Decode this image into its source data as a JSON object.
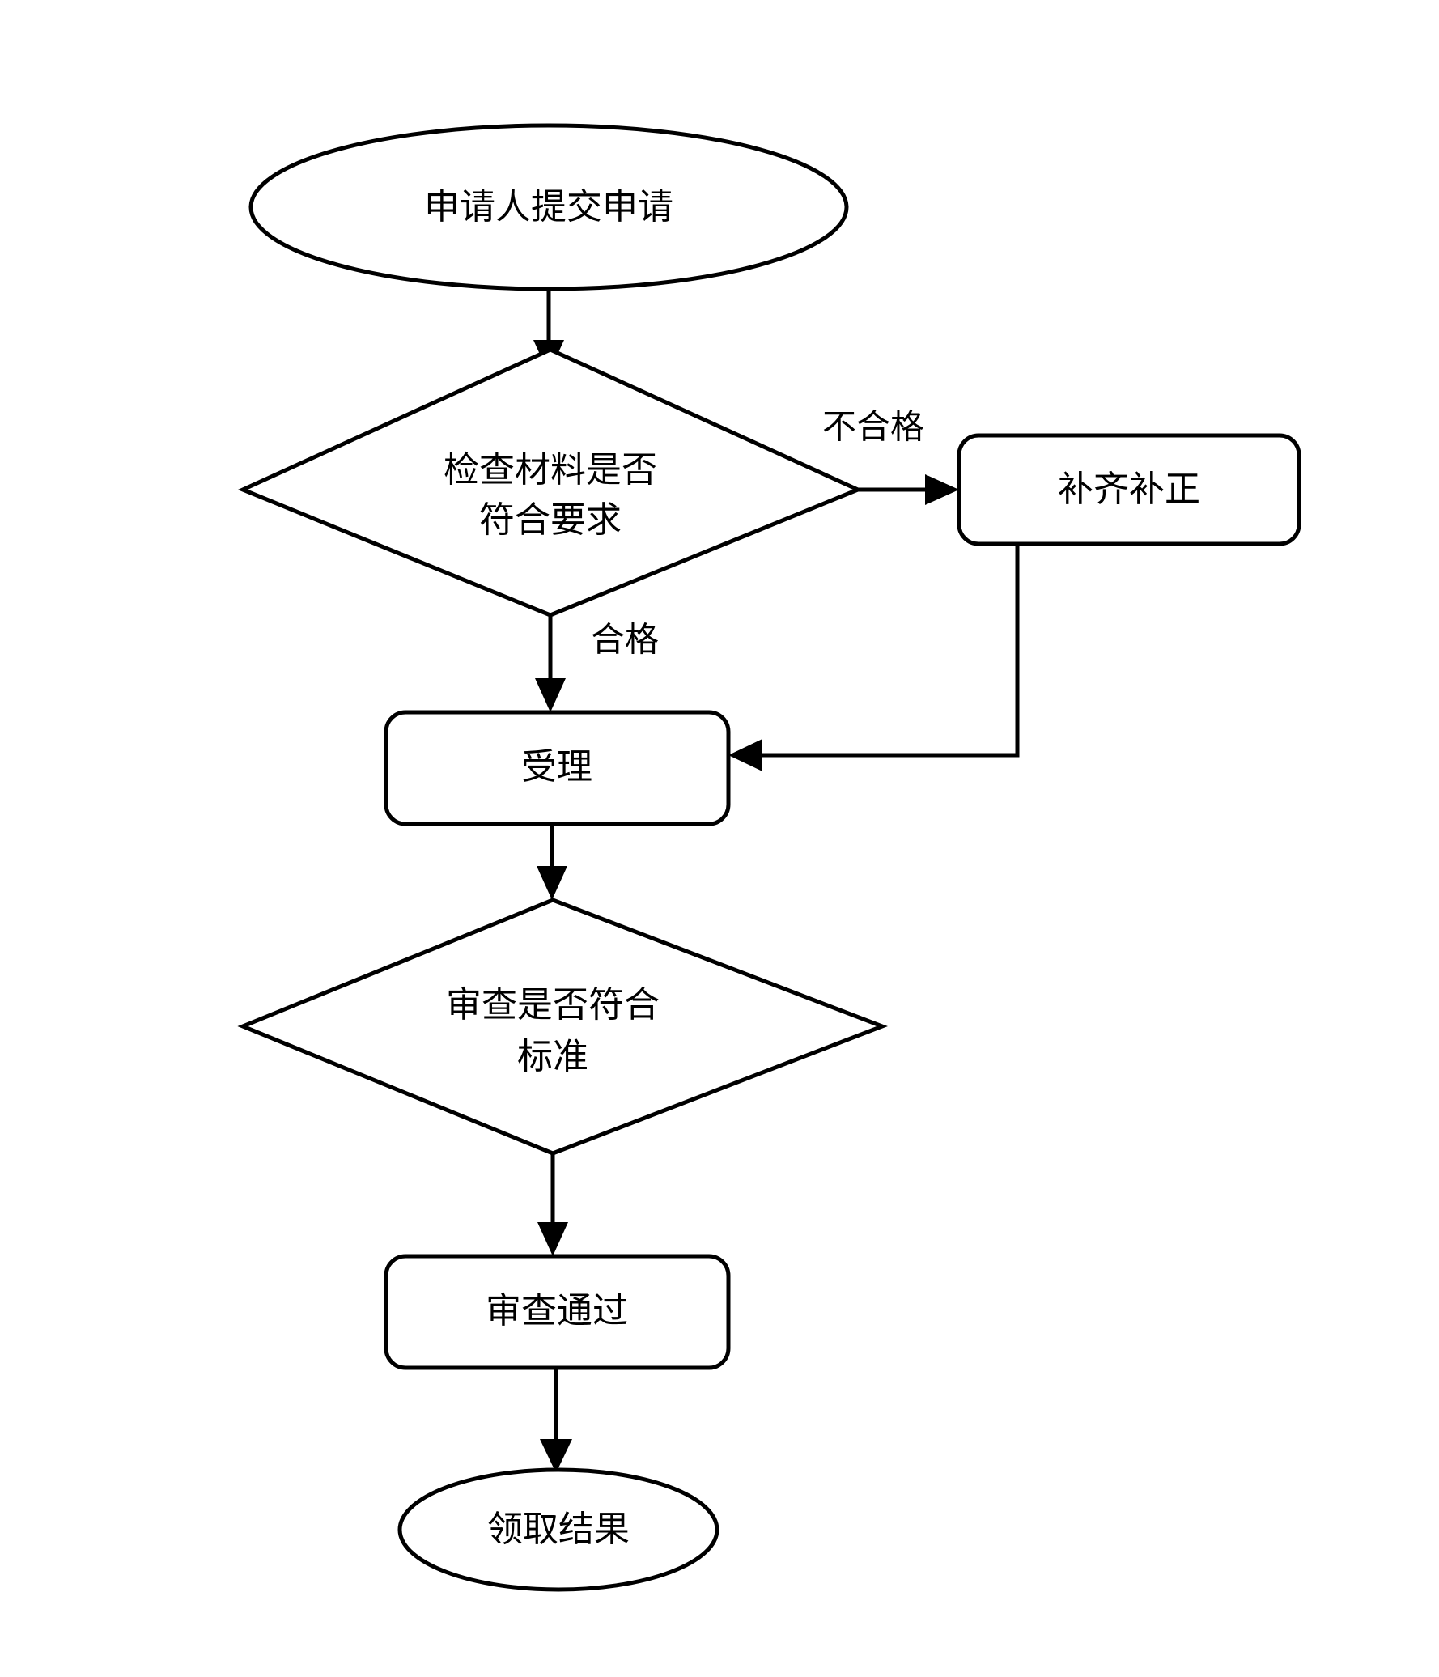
{
  "diagram": {
    "type": "flowchart",
    "orientation": "top-to-bottom",
    "title": "",
    "background_color": "#ffffff",
    "stroke_color": "#000000",
    "text_color": "#000000",
    "nodes": [
      {
        "id": "start",
        "shape": "ellipse",
        "label": "申请人提交申请",
        "lines": [
          "申请人提交申请"
        ]
      },
      {
        "id": "check_materials",
        "shape": "diamond",
        "label": "检查材料是否符合要求",
        "lines": [
          "检查材料是否",
          "符合要求"
        ]
      },
      {
        "id": "supplement",
        "shape": "rounded-rect",
        "label": "补齐补正",
        "lines": [
          "补齐补正"
        ]
      },
      {
        "id": "accept",
        "shape": "rounded-rect",
        "label": "受理",
        "lines": [
          "受理"
        ]
      },
      {
        "id": "review_standard",
        "shape": "diamond",
        "label": "审查是否符合标准",
        "lines": [
          "审查是否符合",
          "标准"
        ]
      },
      {
        "id": "review_passed",
        "shape": "rounded-rect",
        "label": "审查通过",
        "lines": [
          "审查通过"
        ]
      },
      {
        "id": "collect_result",
        "shape": "ellipse",
        "label": "领取结果",
        "lines": [
          "领取结果"
        ]
      }
    ],
    "edges": [
      {
        "id": "e1",
        "from": "start",
        "to": "check_materials",
        "label": ""
      },
      {
        "id": "e2",
        "from": "check_materials",
        "to": "supplement",
        "label": "不合格"
      },
      {
        "id": "e3",
        "from": "check_materials",
        "to": "accept",
        "label": "合格"
      },
      {
        "id": "e4",
        "from": "supplement",
        "to": "accept",
        "label": ""
      },
      {
        "id": "e5",
        "from": "accept",
        "to": "review_standard",
        "label": ""
      },
      {
        "id": "e6",
        "from": "review_standard",
        "to": "review_passed",
        "label": ""
      },
      {
        "id": "e7",
        "from": "review_passed",
        "to": "collect_result",
        "label": ""
      }
    ]
  }
}
